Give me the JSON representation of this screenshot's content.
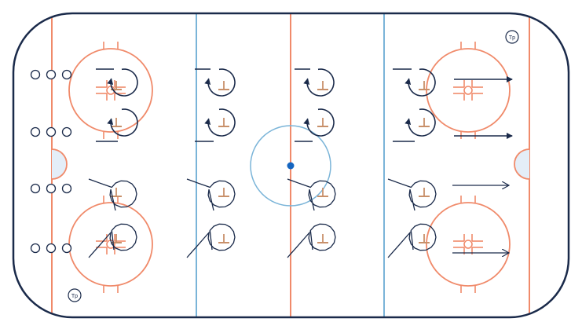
{
  "colors": {
    "boards": "#1a2a4a",
    "red_line": "#f08a6a",
    "blue_line": "#7ab4d8",
    "center_circle": "#7ab4d8",
    "crease_fill": "#e4eef8",
    "cone": "#c8906a",
    "player": "#1a2a4a",
    "center_dot": "#1565c0"
  },
  "tp_markers": [
    {
      "label": "Tp"
    },
    {
      "label": "Tp"
    }
  ],
  "players_per_group": 3,
  "player_group_count": 4,
  "cone_count": 16,
  "icons": {
    "cone": "pylon-icon",
    "player": "player-circle-icon",
    "skate_path": "arrow-path-icon",
    "puck_carry": "wavy-path-icon",
    "coach": "coach-tp-icon"
  }
}
